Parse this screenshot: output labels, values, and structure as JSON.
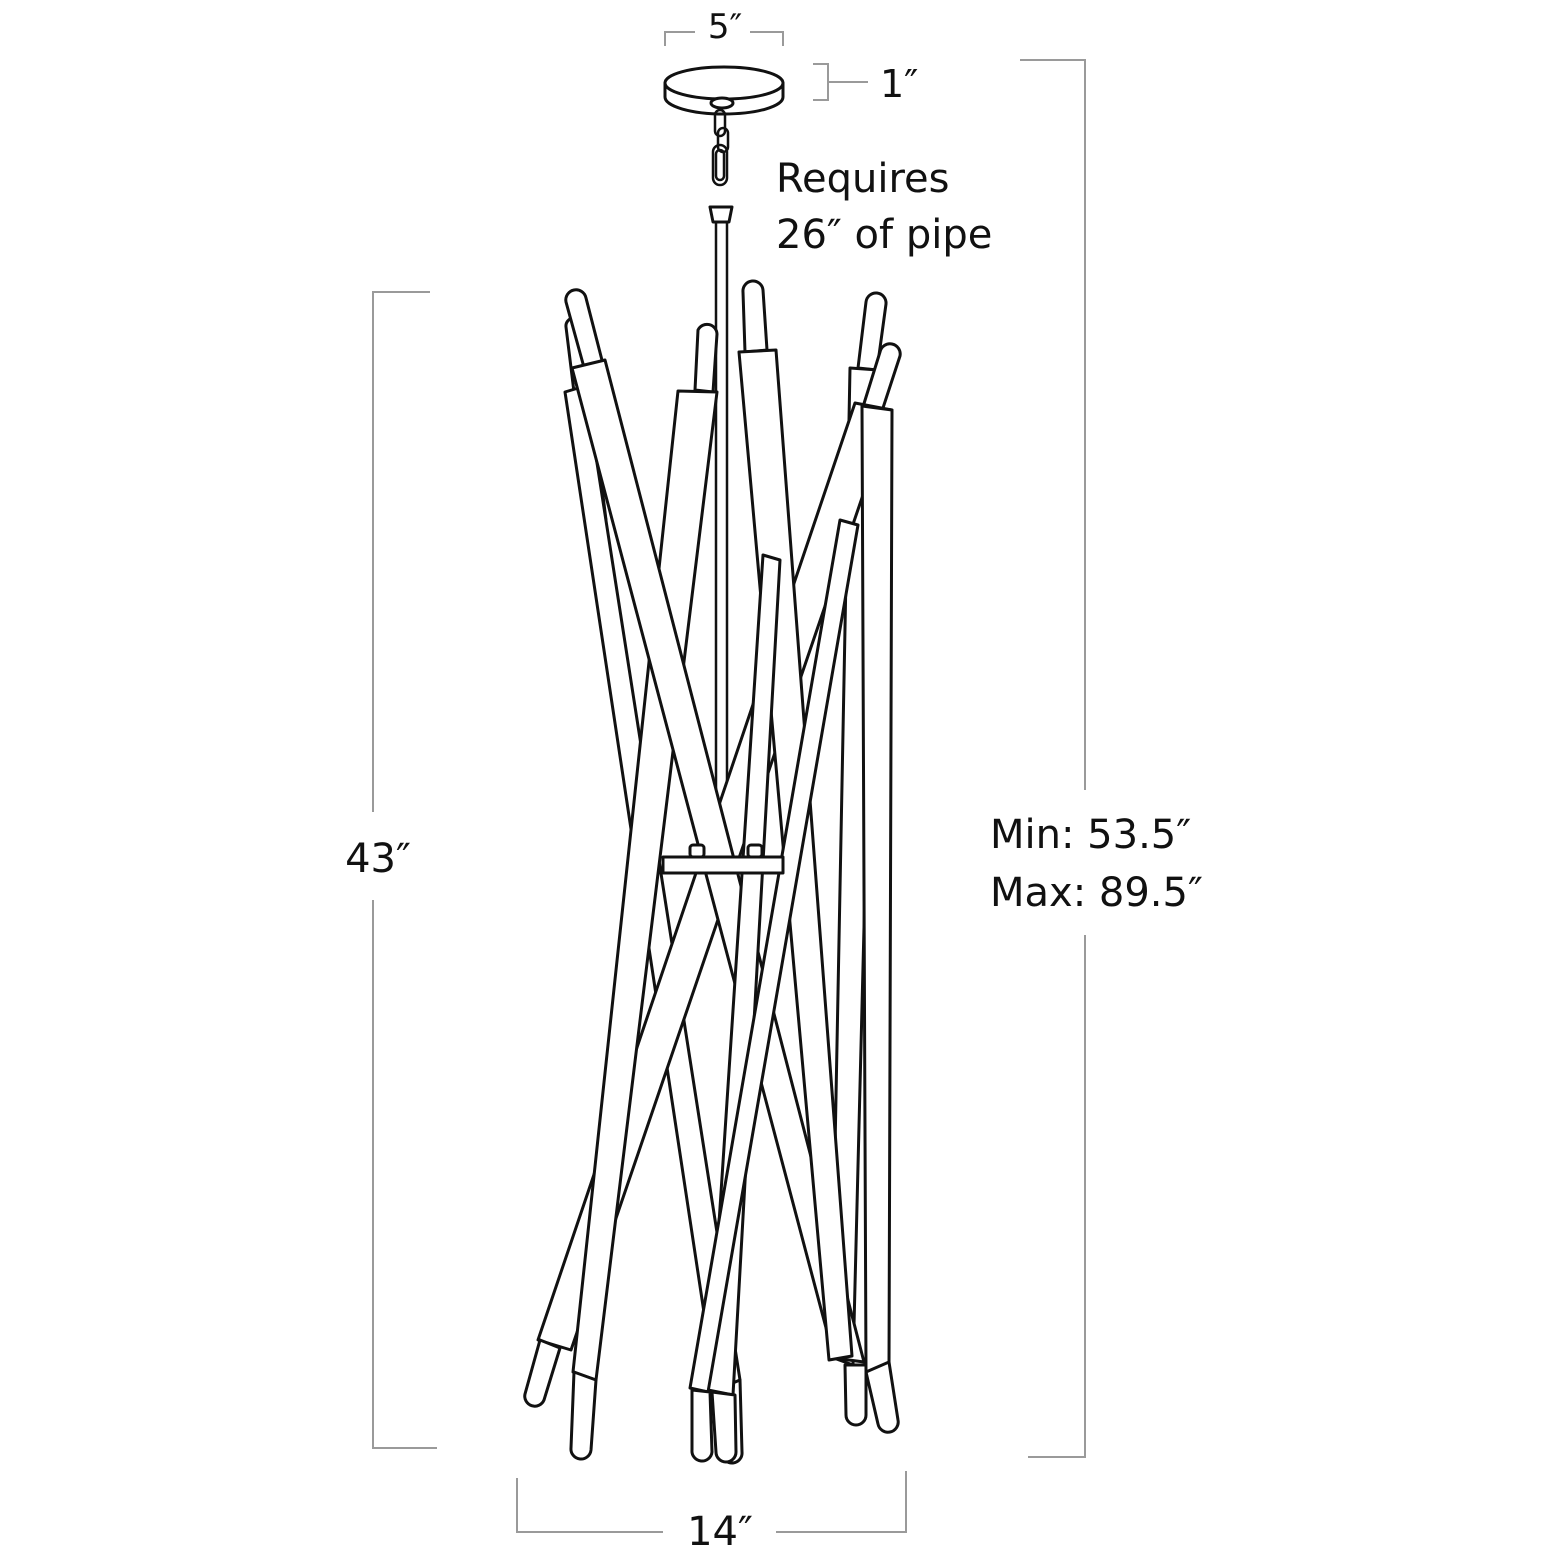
{
  "diagram": {
    "type": "product-dimension-drawing",
    "subject": "stick pendant chandelier line drawing",
    "colors": {
      "ink": "#111111",
      "dimension_lines": "#9a9a9a",
      "background": "#ffffff"
    },
    "dimensions": {
      "canopy_width": "5″",
      "canopy_height": "1″",
      "fixture_height": "43″",
      "fixture_width": "14″",
      "overall_min": "Min: 53.5″",
      "overall_max": "Max: 89.5″"
    },
    "notes": {
      "pipe_line1": "Requires",
      "pipe_line2": "26″ of pipe"
    },
    "components": [
      "ceiling-canopy",
      "chain-and-loop",
      "downrod",
      "crossbar-mount",
      "glass-rods-with-sleeves"
    ]
  }
}
